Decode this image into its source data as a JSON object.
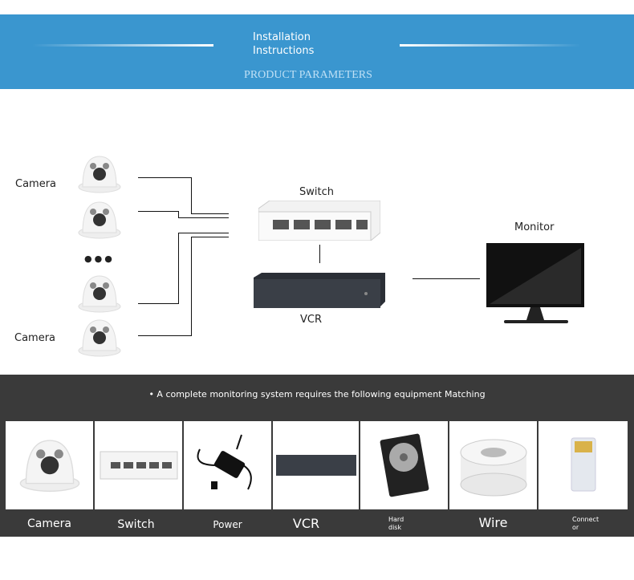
{
  "banner": {
    "title_line1": "Installation",
    "title_line2": "Instructions",
    "subtitle": "PRODUCT PARAMETERS"
  },
  "diagram": {
    "camera_label_top": "Camera",
    "camera_label_bottom": "Camera",
    "ellipsis": "●●●",
    "switch_label": "Switch",
    "vcr_label": "VCR",
    "monitor_label": "Monitor"
  },
  "equipment": {
    "heading": "• A complete monitoring system requires the following equipment Matching",
    "items": [
      {
        "label": "Camera"
      },
      {
        "label": "Switch"
      },
      {
        "label": "Power"
      },
      {
        "label": "VCR"
      },
      {
        "label": "Hard disk"
      },
      {
        "label": "Wire"
      },
      {
        "label": "Connect or"
      }
    ]
  }
}
